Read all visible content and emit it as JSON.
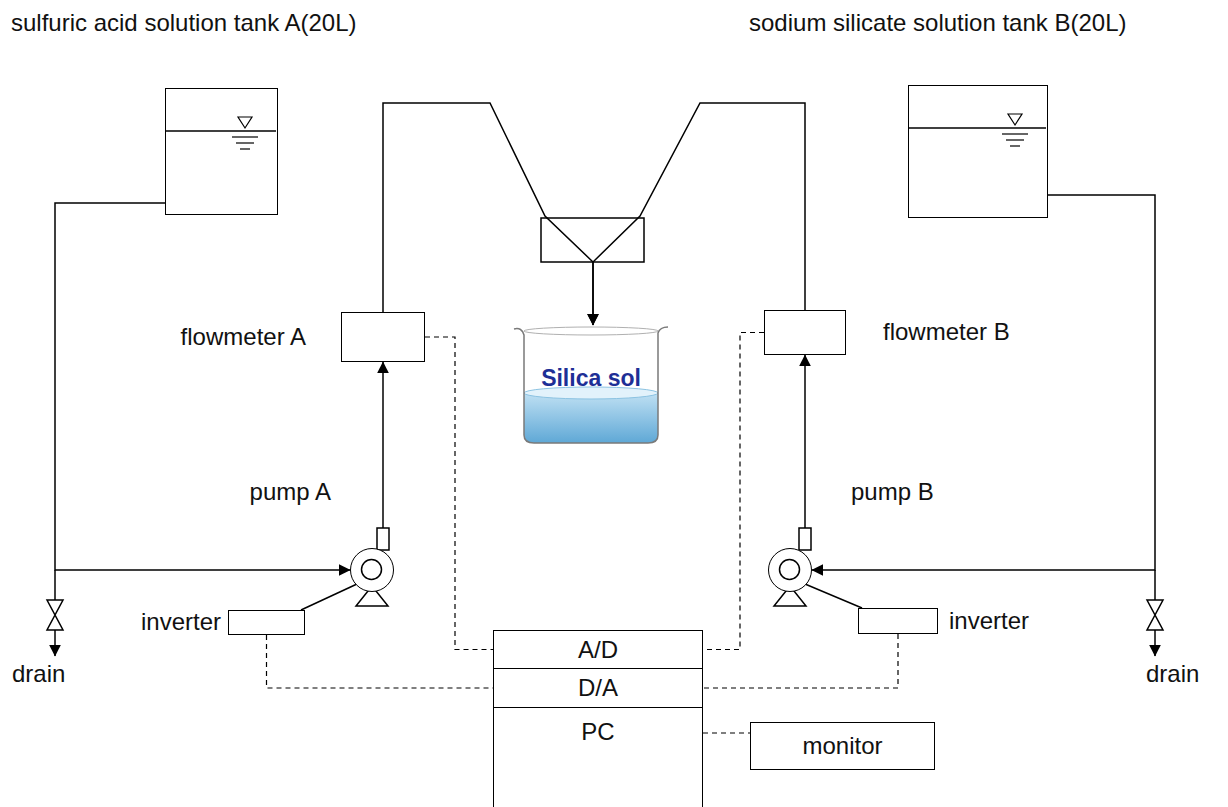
{
  "diagram": {
    "nodes": [
      {
        "text": [
          "sulfuric acid solution tank A(20L)"
        ]
      },
      {
        "text": [
          "sodium silicate solution tank B(20L)"
        ]
      },
      {
        "text": [
          "flowmeter A"
        ]
      },
      {
        "text": [
          "flowmeter B"
        ]
      },
      {
        "text": [
          "Silica sol"
        ]
      },
      {
        "text": [
          "pump A"
        ]
      },
      {
        "text": [
          "pump B"
        ]
      },
      {
        "text": [
          "inverter"
        ]
      },
      {
        "text": [
          "inverter"
        ]
      },
      {
        "text": [
          "A/D"
        ]
      },
      {
        "text": [
          "D/A"
        ]
      },
      {
        "text": [
          "PC"
        ]
      },
      {
        "text": [
          "monitor"
        ]
      }
    ],
    "edges": [
      {
        "from": 0,
        "to": 5,
        "arrow": "to"
      },
      {
        "from": 5,
        "to": 2,
        "arrow": "to"
      },
      {
        "from": 2,
        "to": 4,
        "arrow": "to"
      },
      {
        "from": 1,
        "to": 6,
        "arrow": "to"
      },
      {
        "from": 6,
        "to": 3,
        "arrow": "to"
      },
      {
        "from": 3,
        "to": 4,
        "arrow": "to"
      },
      {
        "from": 2,
        "to": 9,
        "arrow": "none"
      },
      {
        "from": 3,
        "to": 9,
        "arrow": "none"
      },
      {
        "from": 7,
        "to": 10,
        "arrow": "none"
      },
      {
        "from": 8,
        "to": 10,
        "arrow": "none"
      },
      {
        "from": 5,
        "to": 7,
        "arrow": "none"
      },
      {
        "from": 6,
        "to": 8,
        "arrow": "none"
      },
      {
        "from": 11,
        "to": 12,
        "arrow": "none"
      }
    ],
    "labels": [
      "drain",
      "drain"
    ]
  }
}
